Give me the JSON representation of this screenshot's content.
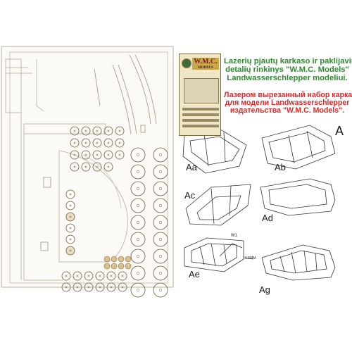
{
  "caption_lt": {
    "line1": "Lazerių pjautų karkaso ir paklijavimo",
    "line2": "detalių rinkinys \"W.M.C. Models\"",
    "line3": "Landwasserschlepper modeliui."
  },
  "caption_ru": {
    "line1": "Лазером вырезанный набор каркаса",
    "line2": "для модели Landwasserschlepper",
    "line3": "издательства \"W.M.C. Models\"."
  },
  "section_letter": "A",
  "cover": {
    "brand": "W.M.C.",
    "brand_sub": "MODELS"
  },
  "steps": {
    "aa": "Aa",
    "ab": "Ab",
    "ac": "Ac",
    "ad": "Ad",
    "ae": "Ae",
    "ag": "Ag"
  },
  "callouts": {
    "w1": "W1",
    "size": "0.5MM"
  },
  "colors": {
    "lt_caption": "#2e8b2e",
    "ru_caption": "#d42a2a",
    "board_outline": "#b8b0a0",
    "disc_outline": "#6a5a3a",
    "drawing_line": "#333333"
  }
}
